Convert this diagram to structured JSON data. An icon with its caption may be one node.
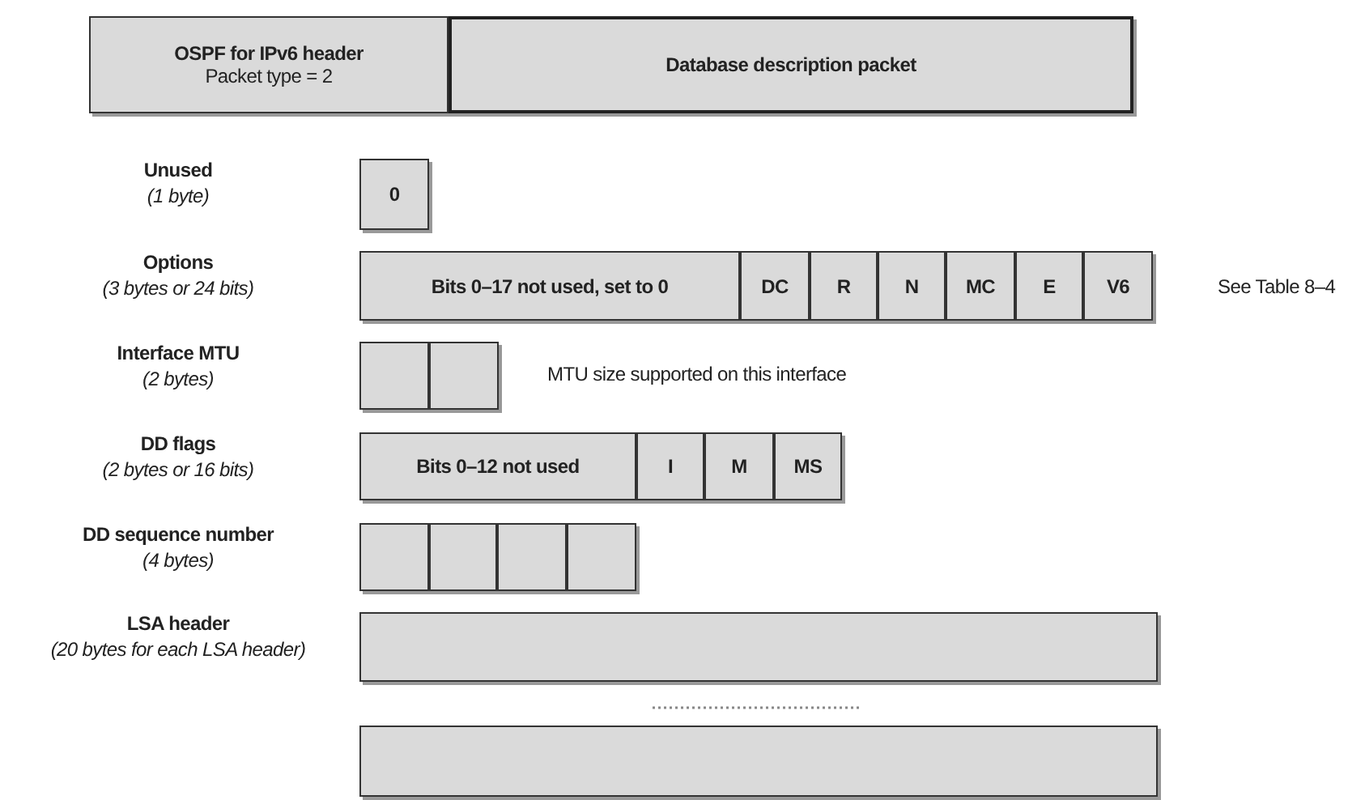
{
  "diagram": {
    "nodes": [
      {
        "text": [
          "OSPF for IPv6 header",
          "Packet type = 2"
        ]
      },
      {
        "text": [
          "Database description packet"
        ]
      },
      {
        "text": [
          "0"
        ]
      },
      {
        "text": [
          "Bits 0–17 not used, set to 0"
        ]
      },
      {
        "text": [
          "DC"
        ]
      },
      {
        "text": [
          "R"
        ]
      },
      {
        "text": [
          "N"
        ]
      },
      {
        "text": [
          "MC"
        ]
      },
      {
        "text": [
          "E"
        ]
      },
      {
        "text": [
          "V6"
        ]
      },
      {
        "text": [],
        "shape": "box"
      },
      {
        "text": [],
        "shape": "box"
      },
      {
        "text": [
          "Bits 0–12 not used"
        ]
      },
      {
        "text": [
          "I"
        ]
      },
      {
        "text": [
          "M"
        ]
      },
      {
        "text": [
          "MS"
        ]
      },
      {
        "text": [],
        "shape": "box"
      },
      {
        "text": [],
        "shape": "box"
      },
      {
        "text": [],
        "shape": "box"
      },
      {
        "text": [],
        "shape": "box"
      },
      {
        "text": [],
        "shape": "box"
      },
      {
        "text": [],
        "shape": "box"
      }
    ],
    "edges": [],
    "labels": [
      "Unused",
      "(1 byte)",
      "Options",
      "(3 bytes or 24 bits)",
      "See Table 8–4",
      "Interface MTU",
      "(2 bytes)",
      "MTU size supported on this interface",
      "DD flags",
      "(2 bytes or 16 bits)",
      "DD sequence number",
      "(4 bytes)",
      "LSA header",
      "(20 bytes for each LSA header)"
    ]
  }
}
